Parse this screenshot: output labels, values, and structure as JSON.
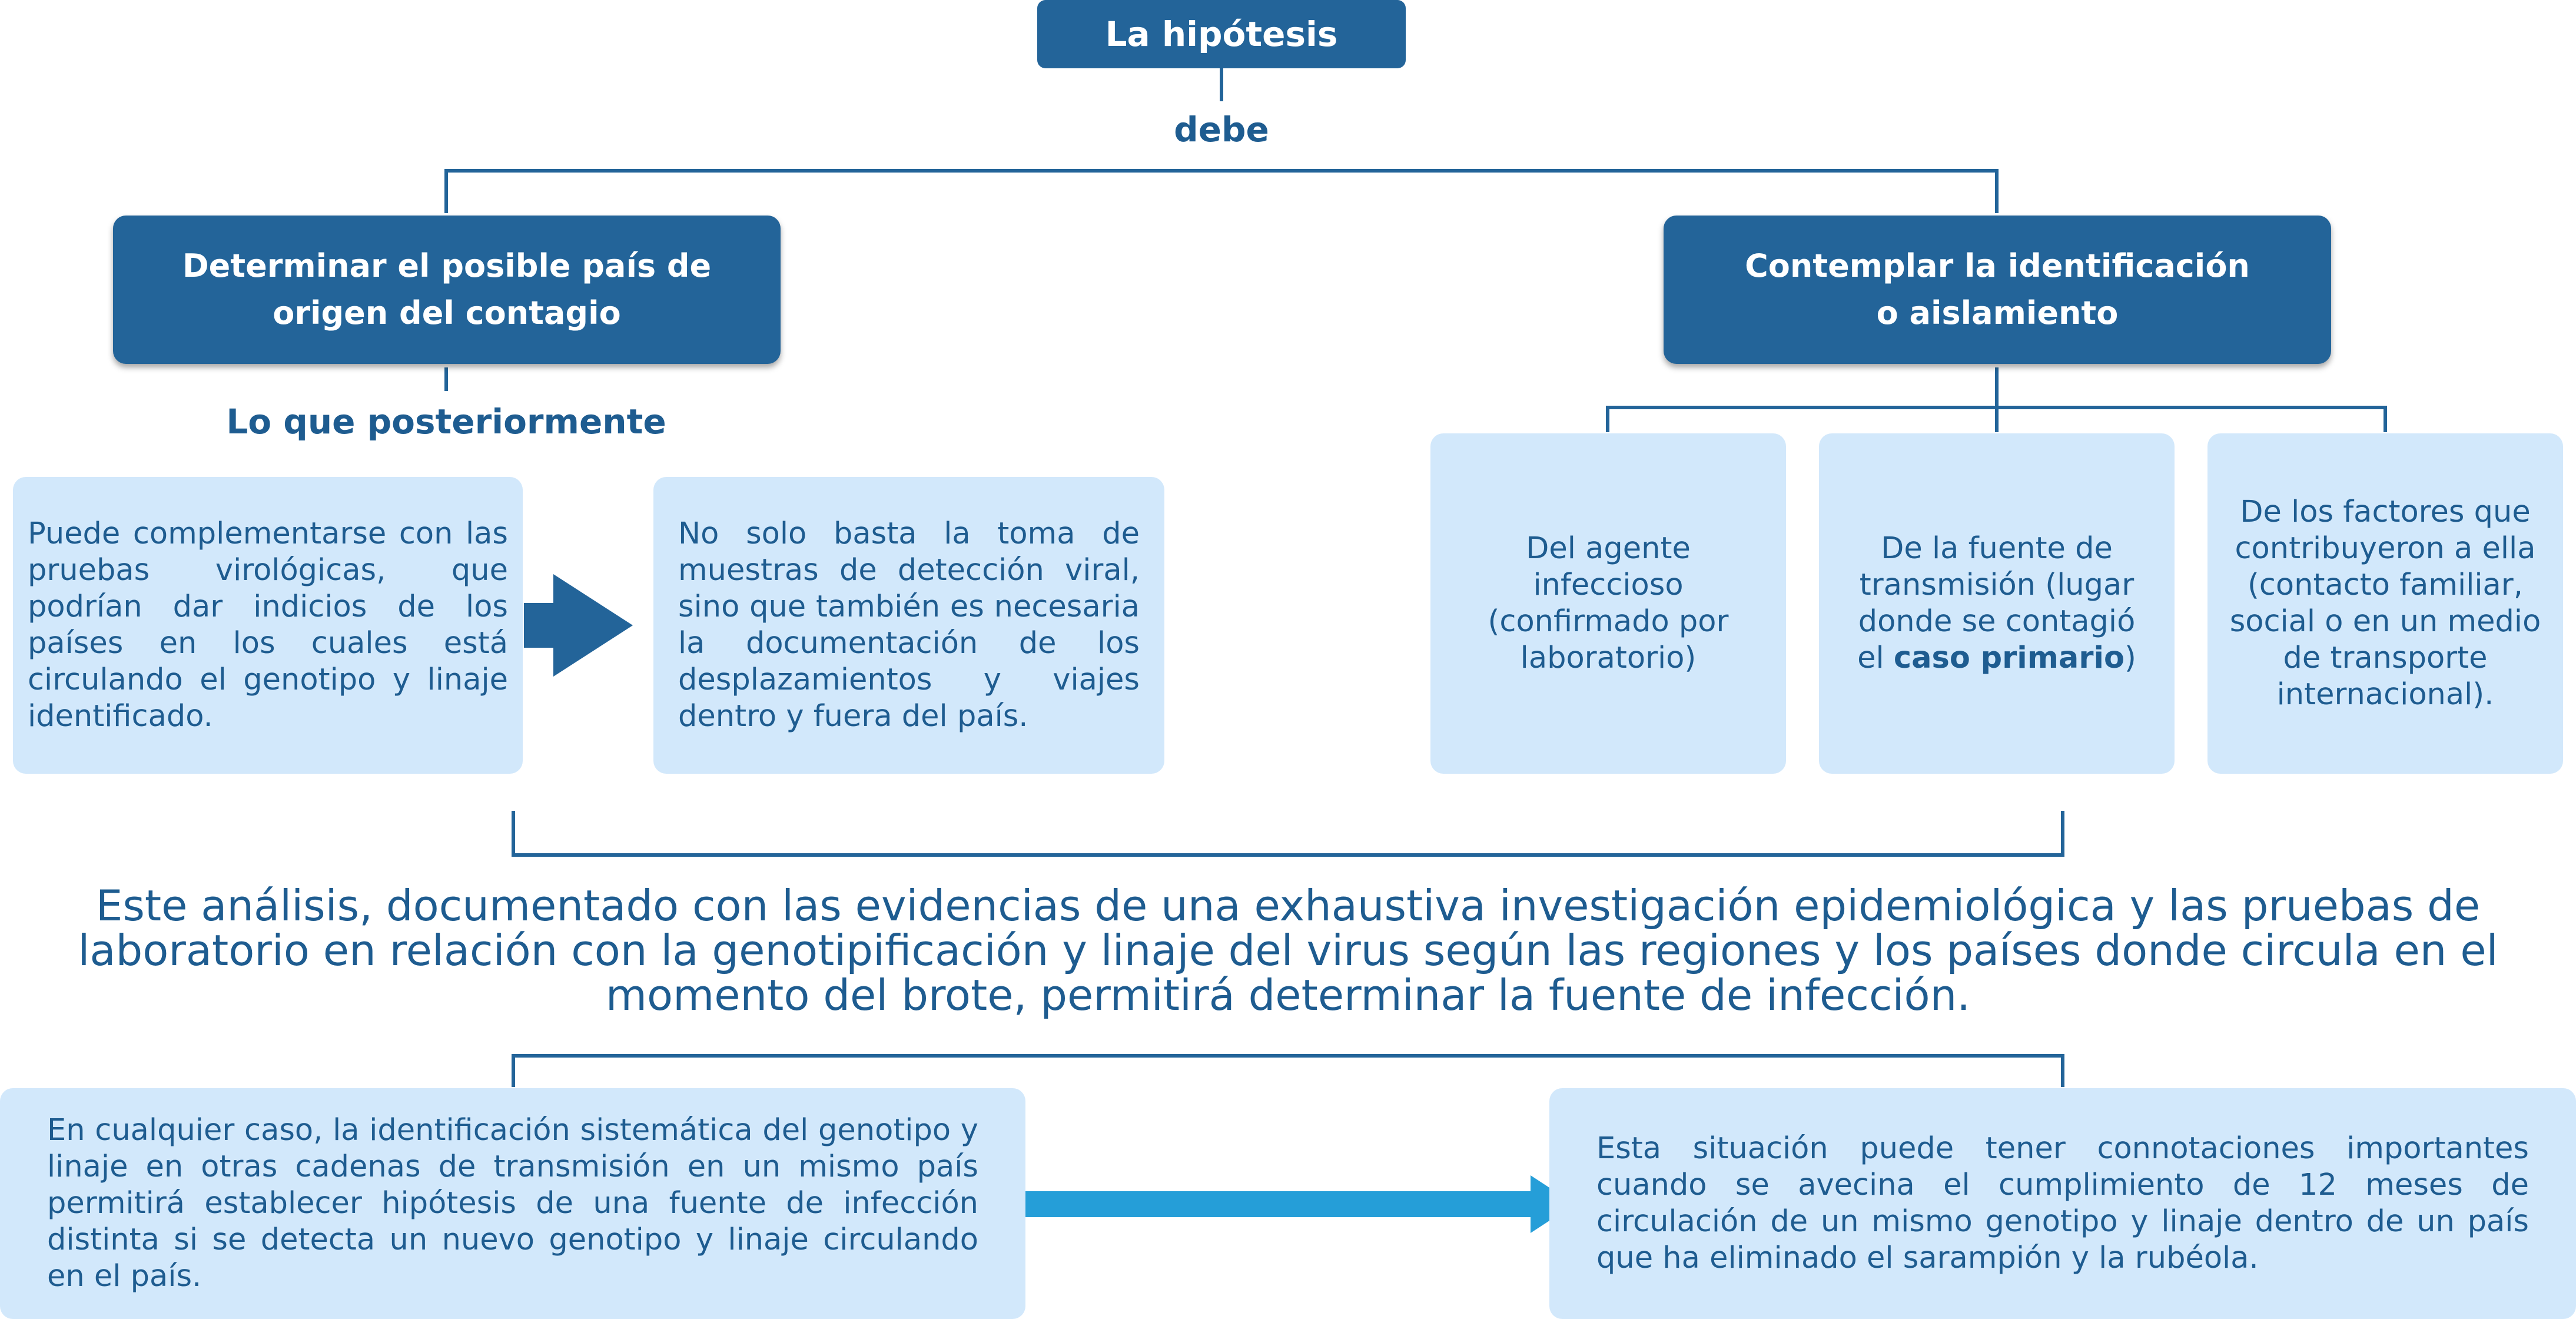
{
  "top": {
    "title": "La hipótesis",
    "connector": "debe"
  },
  "left_branch": {
    "title_line1": "Determinar el posible país de",
    "title_line2": "origen del contagio",
    "connector": "Lo que posteriormente",
    "box1": "Puede complementarse con las pruebas virológicas, que podrían dar indicios de los países en los cuales está circulando el genotipo y linaje identificado.",
    "box2": "No solo basta la toma de muestras de detección viral, sino que también es necesaria la documentación de los desplazamientos y viajes dentro y fuera del país."
  },
  "right_branch": {
    "title_line1": "Contemplar la identificación",
    "title_line2": "o aislamiento",
    "box1": "Del agente infeccioso (confirmado por laboratorio)",
    "box2_text": "De la fuente de transmisión (lugar donde se contagió el",
    "box2_bold": "caso primario",
    "box2_end": ")",
    "box3": "De los factores que contribuyeron a ella (contacto familiar, social o en un medio de transporte internacional)."
  },
  "conclusion": "Este análisis, documentado con las evidencias de una exhaustiva investigación epidemiológica y las pruebas de laboratorio en relación con la genotipificación y linaje del virus según las regiones y los países donde circula en el momento del brote, permitirá determinar la fuente de infección.",
  "bottom": {
    "left": "En cualquier caso, la identificación sistemática del genotipo y linaje en otras cadenas de transmisión en un mismo país permitirá establecer hipótesis de una fuente de infección distinta si se detecta un nuevo genotipo y linaje circulando en el país.",
    "right": "Esta situación puede tener connotaciones importantes cuando se avecina el cumplimiento de 12 meses de circulación de un mismo genotipo y linaje dentro de un país que ha eliminado el sarampión y la rubéola."
  },
  "colors": {
    "dark_blue": "#236499",
    "light_box": "#d2e8fb",
    "text_blue": "#1e5c90",
    "arrow_light": "#259ed8"
  }
}
